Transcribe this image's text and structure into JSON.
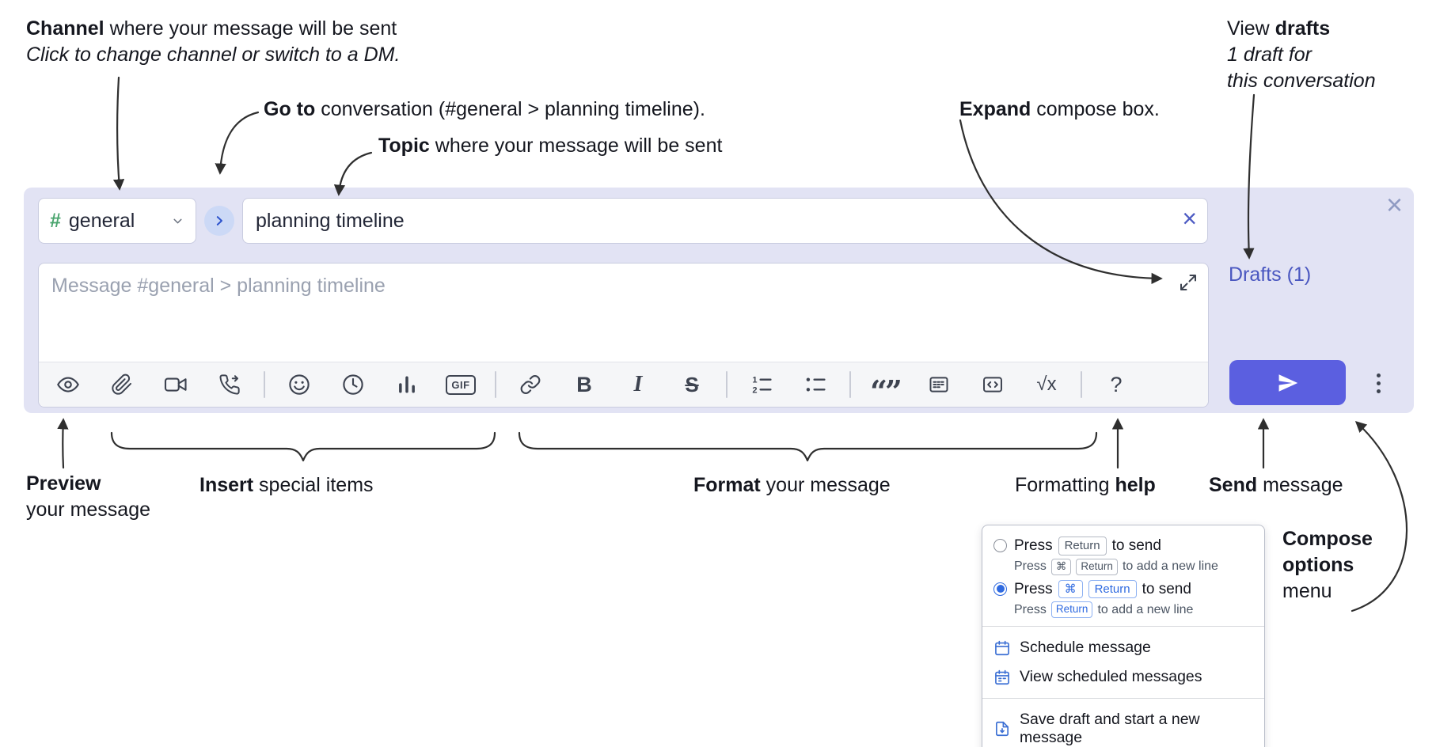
{
  "annotations": {
    "channel": {
      "b": "Channel",
      "t": " where your message will be sent",
      "sub": "Click to change channel or switch to a DM."
    },
    "goto": {
      "b": "Go to",
      "t": " conversation (#general > planning timeline)."
    },
    "topic": {
      "b": "Topic",
      "t": " where your message will be sent"
    },
    "expand": {
      "b": "Expand",
      "t": " compose box."
    },
    "view_drafts": {
      "t": "View ",
      "b": "drafts",
      "sub1": "1 draft for",
      "sub2": "this conversation"
    },
    "preview": {
      "b": "Preview",
      "sub": "your message"
    },
    "insert": {
      "b": "Insert",
      "t": " special items"
    },
    "format": {
      "b": "Format",
      "t": " your message"
    },
    "help": {
      "t": "Formatting ",
      "b": "help"
    },
    "send": {
      "b": "Send",
      "t": " message"
    },
    "compose_menu": {
      "b1": "Compose",
      "b2": "options",
      "t": "menu"
    }
  },
  "compose": {
    "channel_hash": "#",
    "channel_name": "general",
    "topic_value": "planning timeline",
    "clear_topic_glyph": "×",
    "close_glyph": "×",
    "message_placeholder": "Message #general > planning timeline",
    "drafts_link": "Drafts (1)"
  },
  "toolbar": {
    "gif": "GIF",
    "bold": "B",
    "italic": "I",
    "strike": "S",
    "quote": "“”",
    "math": "√x",
    "help": "?"
  },
  "menu": {
    "opt1": {
      "pre": "Press",
      "key": "Return",
      "post": "to send",
      "sub_pre": "Press",
      "sub_k1": "⌘",
      "sub_k2": "Return",
      "sub_post": "to add a new line"
    },
    "opt2": {
      "pre": "Press",
      "k1": "⌘",
      "k2": "Return",
      "post": "to send",
      "sub_pre": "Press",
      "sub_key": "Return",
      "sub_post": "to add a new line"
    },
    "items": [
      "Schedule message",
      "View scheduled messages",
      "Save draft and start a new message"
    ]
  },
  "colors": {
    "compose_bg": "#e2e3f4",
    "accent_send": "#5b5fe0",
    "drafts_link": "#4a57c0",
    "channel_green": "#4aa56e",
    "key_blue": "#2f6ae0"
  }
}
